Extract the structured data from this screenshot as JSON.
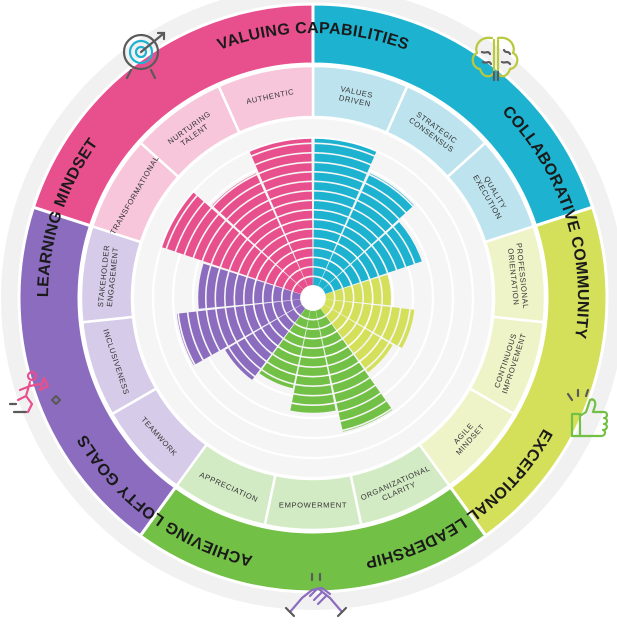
{
  "colors": {
    "background": "#ffffff",
    "outer_halo": "#f1f1f1",
    "inner_disc": "#f5f5f5",
    "rings": "#ffffff",
    "icon_outline": "#5a5a5a"
  },
  "categories": [
    {
      "name": "ACHIEVING LOFTY GOALS",
      "color": "#1db2cf",
      "light": "#bde4ee",
      "icon": "target-icon",
      "icon_color": "#1db2cf",
      "subs": [
        {
          "label": [
            "VALUES",
            "DRIVEN"
          ],
          "level": 0.92
        },
        {
          "label": [
            "STRATEGIC",
            "CONSENSUS"
          ],
          "level": 0.78
        },
        {
          "label": [
            "QUALITY",
            "EXECUTION"
          ],
          "level": 0.64
        }
      ]
    },
    {
      "name": "LEARNING MINDSET",
      "color": "#d4e05a",
      "light": "#eef4c8",
      "icon": "brain-icon",
      "icon_color": "#b9c93b",
      "subs": [
        {
          "label": [
            "PROFESSIONAL",
            "ORIENTATION"
          ],
          "level": 0.42
        },
        {
          "label": [
            "CONTINUOUS",
            "IMPROVEMENT"
          ],
          "level": 0.56
        },
        {
          "label": [
            "AGILE",
            "MINDSET"
          ],
          "level": 0.5
        }
      ]
    },
    {
      "name": "VALUING CAPABILITIES",
      "color": "#72c045",
      "light": "#d3ebc4",
      "icon": "thumbs-up-icon",
      "icon_color": "#72c045",
      "subs": [
        {
          "label": [
            "ORGANIZATIONAL",
            "CLARITY"
          ],
          "level": 0.78
        },
        {
          "label": [
            "EMPOWERMENT"
          ],
          "level": 0.64
        },
        {
          "label": [
            "APPRECIATION"
          ],
          "level": 0.5
        }
      ]
    },
    {
      "name": "COLLABORATIVE COMMUNITY",
      "color": "#8b6cbf",
      "light": "#d6cbe8",
      "icon": "handshake-icon",
      "icon_color": "#8b6cbf",
      "subs": [
        {
          "label": [
            "TEAMWORK"
          ],
          "level": 0.56
        },
        {
          "label": [
            "INCLUSIVENESS"
          ],
          "level": 0.78
        },
        {
          "label": [
            "STAKEHOLDER",
            "ENGAGEMENT"
          ],
          "level": 0.64
        }
      ]
    },
    {
      "name": "EXCEPTIONAL LEADERSHIP",
      "color": "#e8508d",
      "light": "#f7c6da",
      "icon": "leader-running-icon",
      "icon_color": "#e8508d",
      "subs": [
        {
          "label": [
            "TRANSFORMATIONAL"
          ],
          "level": 0.92
        },
        {
          "label": [
            "NURTURING",
            "TALENT"
          ],
          "level": 0.78
        },
        {
          "label": [
            "AUTHENTIC"
          ],
          "level": 0.92
        }
      ]
    }
  ]
}
